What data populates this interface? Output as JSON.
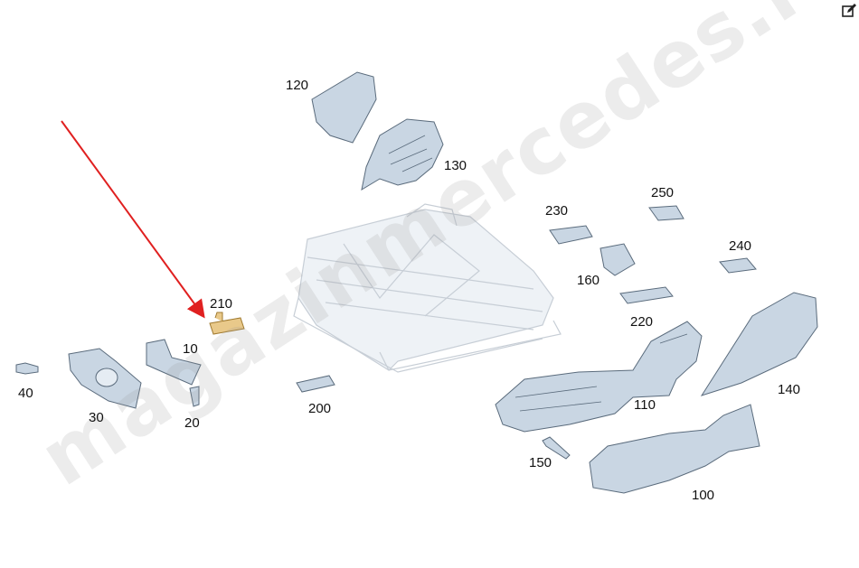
{
  "diagram": {
    "callouts": {
      "p120": "120",
      "p130": "130",
      "p230": "230",
      "p250": "250",
      "p240": "240",
      "p160": "160",
      "p220": "220",
      "p210": "210",
      "p10": "10",
      "p40": "40",
      "p30": "30",
      "p20": "20",
      "p200": "200",
      "p110": "110",
      "p140": "140",
      "p150": "150",
      "p100": "100"
    },
    "highlighted_part": "210",
    "watermark": "magazinmercedes.ru"
  },
  "toolbar": {
    "edit_icon": "edit-icon"
  },
  "colors": {
    "part_fill": "#c9d6e3",
    "part_stroke": "#5a6b7c",
    "frame_fill": "#eef2f6",
    "highlight_fill": "#e9c98a",
    "arrow": "#e02020"
  }
}
